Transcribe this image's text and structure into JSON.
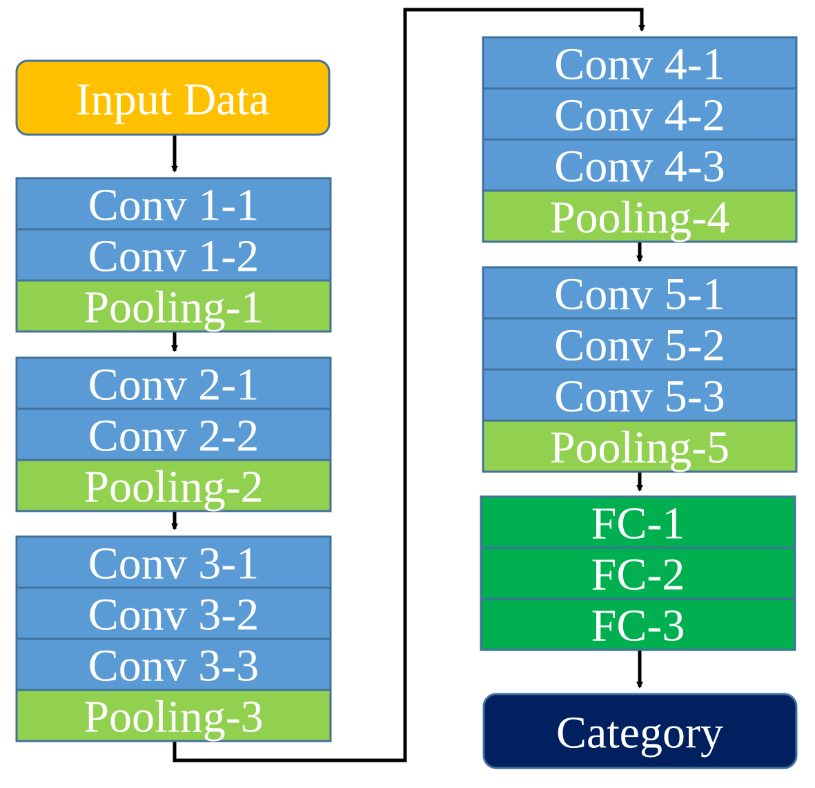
{
  "colors": {
    "conv": "#5B9BD5",
    "pooling": "#92D050",
    "fc": "#00B050",
    "input": "#FFC000",
    "category": "#002060",
    "border": "#41719C",
    "edge": "#000000"
  },
  "input": {
    "label": "Input Data"
  },
  "blocks": [
    {
      "layers": [
        {
          "label": "Conv 1-1",
          "kind": "conv"
        },
        {
          "label": "Conv 1-2",
          "kind": "conv"
        },
        {
          "label": "Pooling-1",
          "kind": "pooling"
        }
      ]
    },
    {
      "layers": [
        {
          "label": "Conv 2-1",
          "kind": "conv"
        },
        {
          "label": "Conv 2-2",
          "kind": "conv"
        },
        {
          "label": "Pooling-2",
          "kind": "pooling"
        }
      ]
    },
    {
      "layers": [
        {
          "label": "Conv 3-1",
          "kind": "conv"
        },
        {
          "label": "Conv 3-2",
          "kind": "conv"
        },
        {
          "label": "Conv 3-3",
          "kind": "conv"
        },
        {
          "label": "Pooling-3",
          "kind": "pooling"
        }
      ]
    },
    {
      "layers": [
        {
          "label": "Conv 4-1",
          "kind": "conv"
        },
        {
          "label": "Conv 4-2",
          "kind": "conv"
        },
        {
          "label": "Conv 4-3",
          "kind": "conv"
        },
        {
          "label": "Pooling-4",
          "kind": "pooling"
        }
      ]
    },
    {
      "layers": [
        {
          "label": "Conv 5-1",
          "kind": "conv"
        },
        {
          "label": "Conv 5-2",
          "kind": "conv"
        },
        {
          "label": "Conv 5-3",
          "kind": "conv"
        },
        {
          "label": "Pooling-5",
          "kind": "pooling"
        }
      ]
    },
    {
      "layers": [
        {
          "label": "FC-1",
          "kind": "fc"
        },
        {
          "label": "FC-2",
          "kind": "fc"
        },
        {
          "label": "FC-3",
          "kind": "fc"
        }
      ]
    }
  ],
  "output": {
    "label": "Category"
  }
}
